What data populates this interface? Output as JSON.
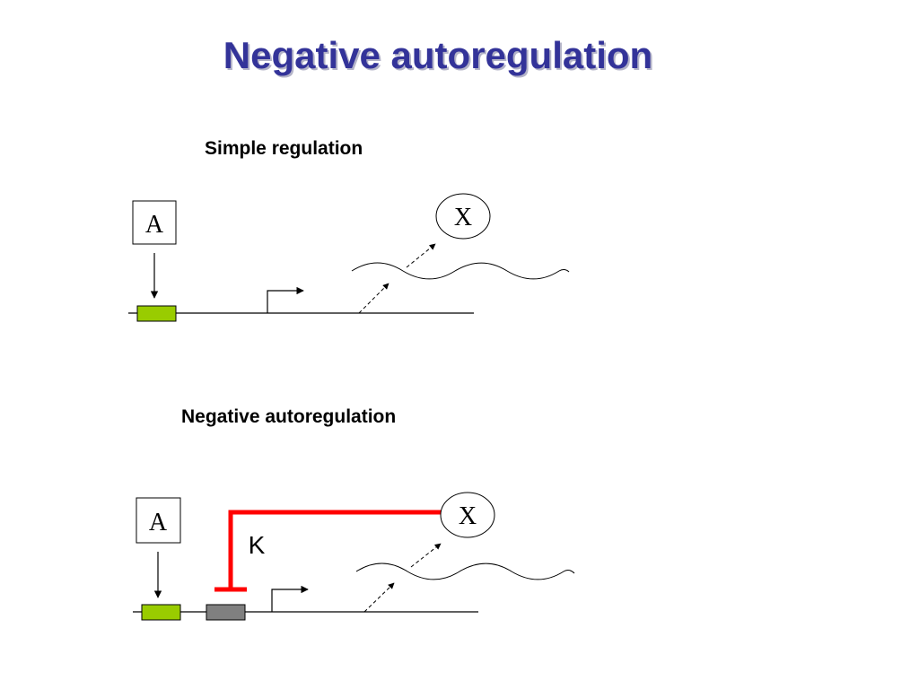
{
  "slide": {
    "title": "Negative autoregulation"
  },
  "simple_regulation": {
    "label": "Simple regulation",
    "activator_label": "A",
    "product_label": "X",
    "activator_site_color": "#99cc00"
  },
  "negative_autoregulation": {
    "label": "Negative autoregulation",
    "activator_label": "A",
    "product_label": "X",
    "repression_constant_label": "K",
    "activator_site_color": "#99cc00",
    "repressor_site_color": "#808080",
    "repression_color": "#ff0000"
  }
}
